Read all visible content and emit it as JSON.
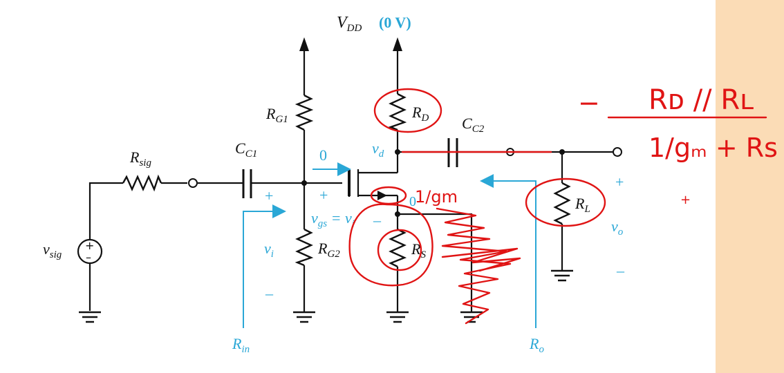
{
  "colors": {
    "ink": "#111111",
    "annotation_blue": "#2aa7d6",
    "ink_red": "#e01414",
    "side_panel": "#fbdcb6"
  },
  "labels": {
    "vdd": {
      "main": "V",
      "sub": "DD",
      "value": "(0 V)"
    },
    "rg1": {
      "main": "R",
      "sub": "G1"
    },
    "rg2": {
      "main": "R",
      "sub": "G2"
    },
    "rd": {
      "main": "R",
      "sub": "D"
    },
    "rs": {
      "main": "R",
      "sub": "S"
    },
    "rl": {
      "main": "R",
      "sub": "L"
    },
    "rsig": {
      "main": "R",
      "sub": "sig"
    },
    "cc1": {
      "main": "C",
      "sub": "C1"
    },
    "cc2": {
      "main": "C",
      "sub": "C2"
    },
    "vsig": {
      "main": "v",
      "sub": "sig"
    },
    "vd": {
      "main": "v",
      "sub": "d"
    },
    "vi": {
      "main": "v",
      "sub": "i"
    },
    "vo": {
      "main": "v",
      "sub": "o"
    },
    "vgs": {
      "main": "v",
      "sub": "gs",
      "eq": " = v",
      "eqsub": "i"
    },
    "rin": {
      "main": "R",
      "sub": "in"
    },
    "ro": {
      "main": "R",
      "sub": "o"
    },
    "zero_current": "0",
    "zero_source": "0",
    "plus": "+",
    "minus": "–"
  },
  "handwriting": {
    "numerator": "Rᴅ // Rʟ",
    "denominator": "1/gₘ + Rs",
    "one_over_gm": "1/gm",
    "minus": "−"
  }
}
